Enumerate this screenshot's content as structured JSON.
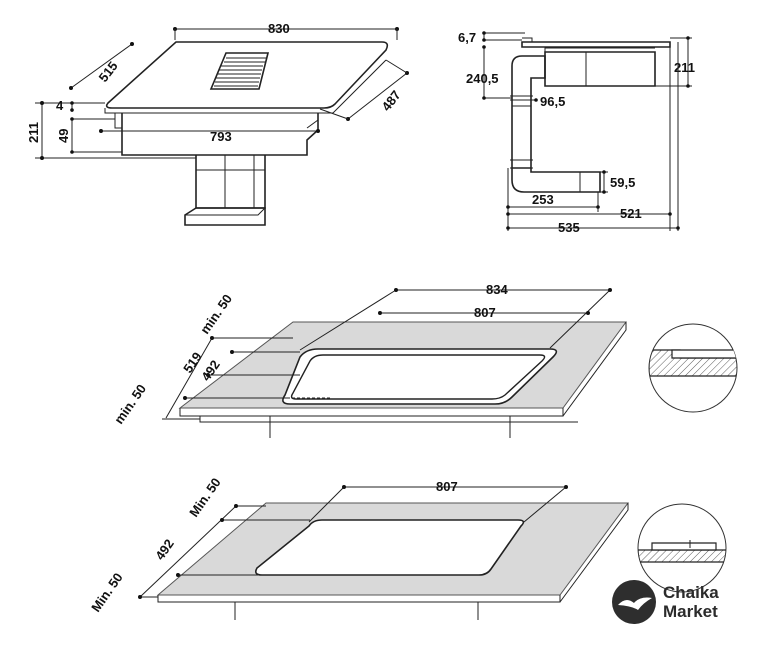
{
  "top_left_view": {
    "width_830": "830",
    "depth_515": "515",
    "depth_487": "487",
    "thickness_4": "4",
    "height_49": "49",
    "height_211": "211",
    "inner_793": "793"
  },
  "side_view": {
    "d_6_7": "6,7",
    "d_240_5": "240,5",
    "d_96_5": "96,5",
    "d_211": "211",
    "d_59_5": "59,5",
    "d_253": "253",
    "d_521": "521",
    "d_535": "535"
  },
  "cutout_flush": {
    "w_834": "834",
    "w_807": "807",
    "d_519": "519",
    "d_492": "492",
    "min_back": "min. 50",
    "min_front": "min. 50"
  },
  "cutout_top": {
    "w_807": "807",
    "d_492": "492",
    "min_back": "Min. 50",
    "min_front": "Min. 50"
  },
  "logo": {
    "line1": "Chaika",
    "line2": "Market"
  }
}
